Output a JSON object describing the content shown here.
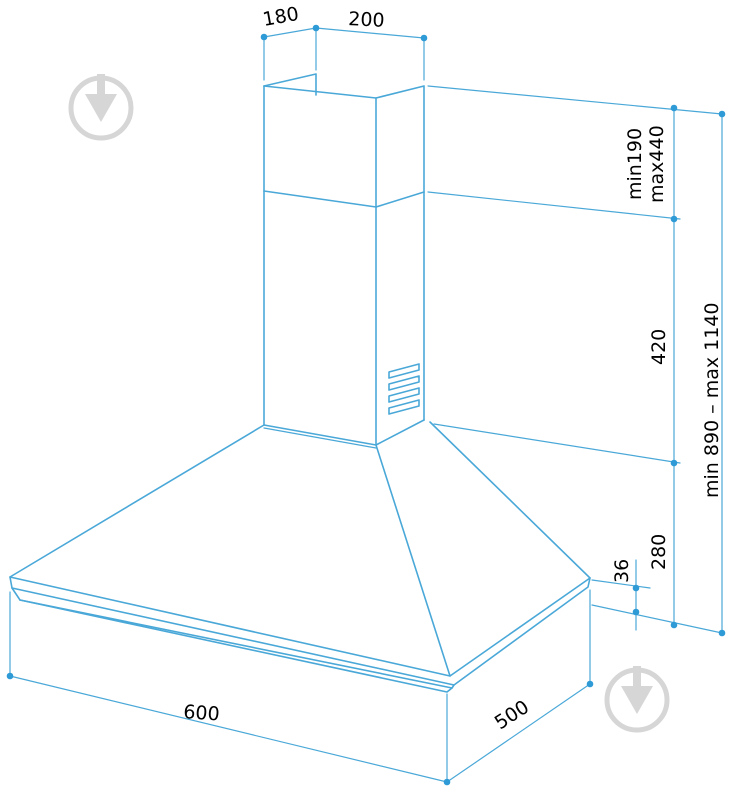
{
  "colors": {
    "line": "#4aa8d8",
    "dot": "#2e9ad6",
    "text": "#000000",
    "watermark": "#d6d6d6"
  },
  "dimensions": {
    "duct_depth": "180",
    "duct_width": "200",
    "upper_duct": "min190",
    "upper_duct_max": "max440",
    "lower_duct": "420",
    "canopy_height": "280",
    "rim_height": "36",
    "total_height": "min 890 – max 1140",
    "hood_width": "600",
    "hood_depth": "500"
  },
  "icons": {
    "watermark": "download-arrow-icon"
  }
}
